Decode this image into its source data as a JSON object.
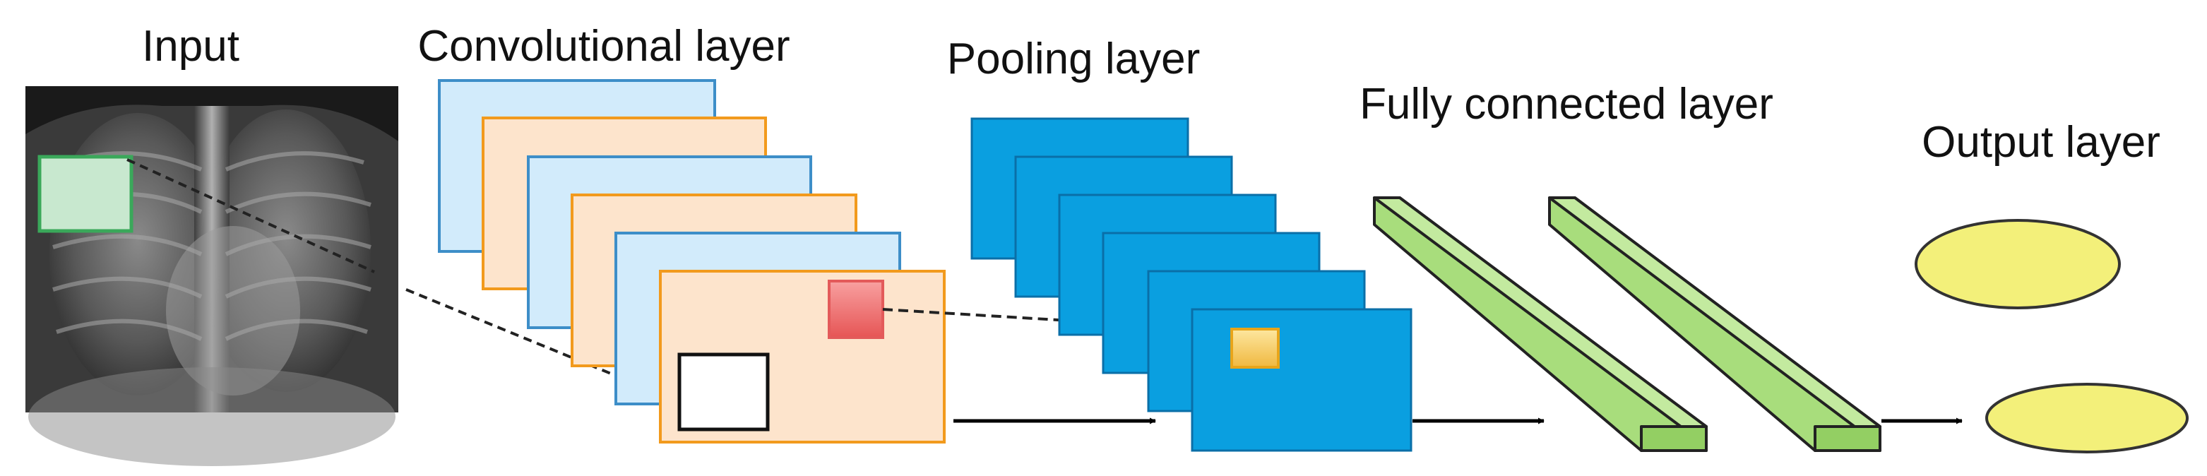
{
  "labels": {
    "input": "Input",
    "conv": "Convolutional layer",
    "pool": "Pooling layer",
    "fc": "Fully connected layer",
    "output": "Output  layer"
  },
  "colors": {
    "conv_blue_fill": "#d2ebfb",
    "conv_blue_stroke": "#3d8ec8",
    "conv_orange_fill": "#fde4cc",
    "conv_orange_stroke": "#f29a1d",
    "pool_fill": "#0a9fe0",
    "pool_stroke": "#0a6fa8",
    "fc_fill": "#a8dd7c",
    "fc_stroke": "#222222",
    "output_fill": "#f3f07a",
    "output_stroke": "#333333",
    "receptive_field_fill": "#c8e8cf",
    "receptive_field_stroke": "#3aa85a",
    "conv_kernel_fill": "#f27b7b",
    "pool_kernel_fill": "#f7cf6a"
  },
  "input_image": "chest-x-ray"
}
